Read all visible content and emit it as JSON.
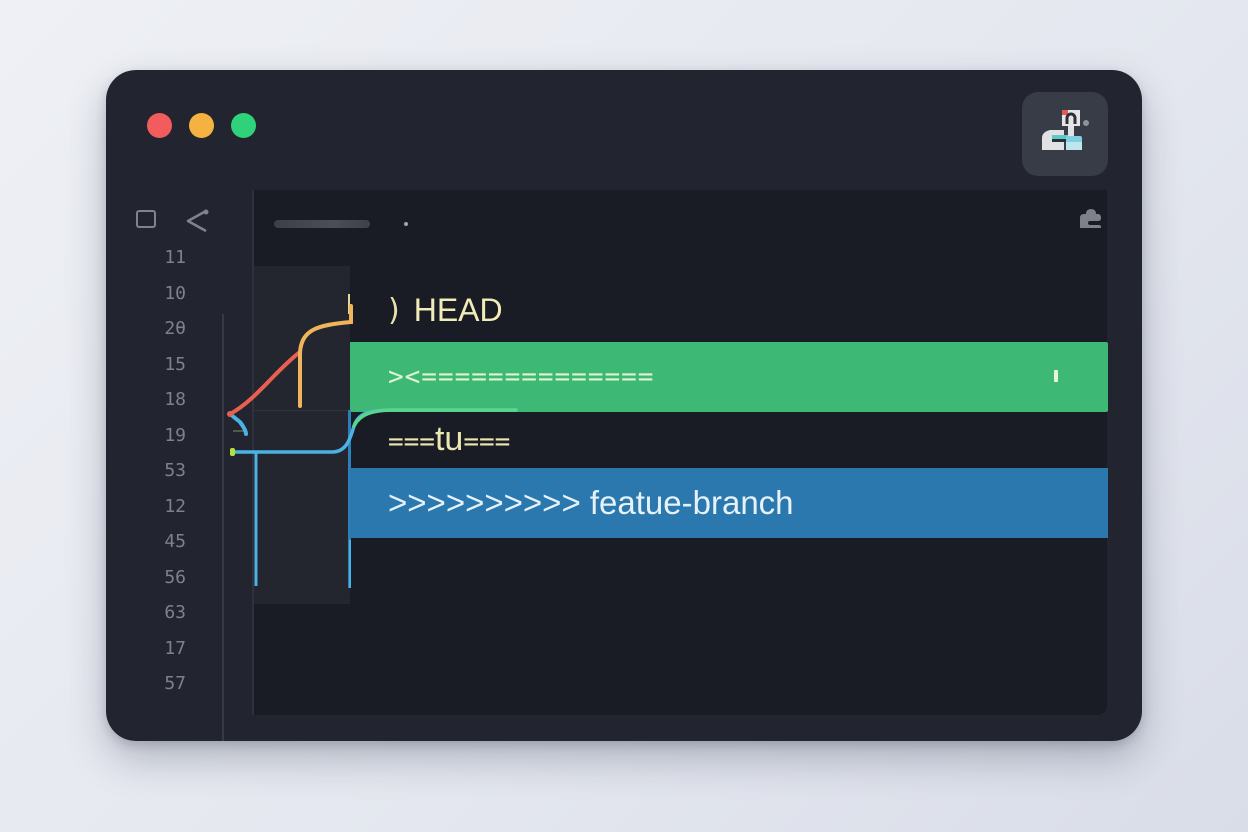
{
  "window": {
    "controls": [
      {
        "name": "close",
        "color": "#f25c5c"
      },
      {
        "name": "minimize",
        "color": "#f5b240"
      },
      {
        "name": "maximize",
        "color": "#2fd17a"
      }
    ],
    "app_icon": "git-app-icon"
  },
  "gutter": {
    "toolbar_icons": [
      "square-icon",
      "share-icon"
    ],
    "line_numbers": [
      "11",
      "10",
      "2θ",
      "15",
      "18",
      "19",
      "53",
      "12",
      "45",
      "56",
      "63",
      "17",
      "57"
    ]
  },
  "editor": {
    "tab_placeholder": "",
    "corner_icon": "puzzle-icon",
    "rows": {
      "head": {
        "bracket": ")",
        "label": "HEAD"
      },
      "current": {
        "label": "><=============="
      },
      "separator": {
        "prefix": "===",
        "middle": "tu",
        "suffix": "==="
      },
      "incoming": {
        "label": ">>>>>>>>>> featue-branch"
      }
    }
  },
  "colors": {
    "green_row": "#3eb875",
    "blue_row": "#2a78ad",
    "head_text": "#f1ecb8",
    "graph_red": "#e8604f",
    "graph_orange": "#f0b55a",
    "graph_blue": "#4ab3e4",
    "graph_green": "#5ad68a",
    "graph_lime": "#b5e03a"
  }
}
